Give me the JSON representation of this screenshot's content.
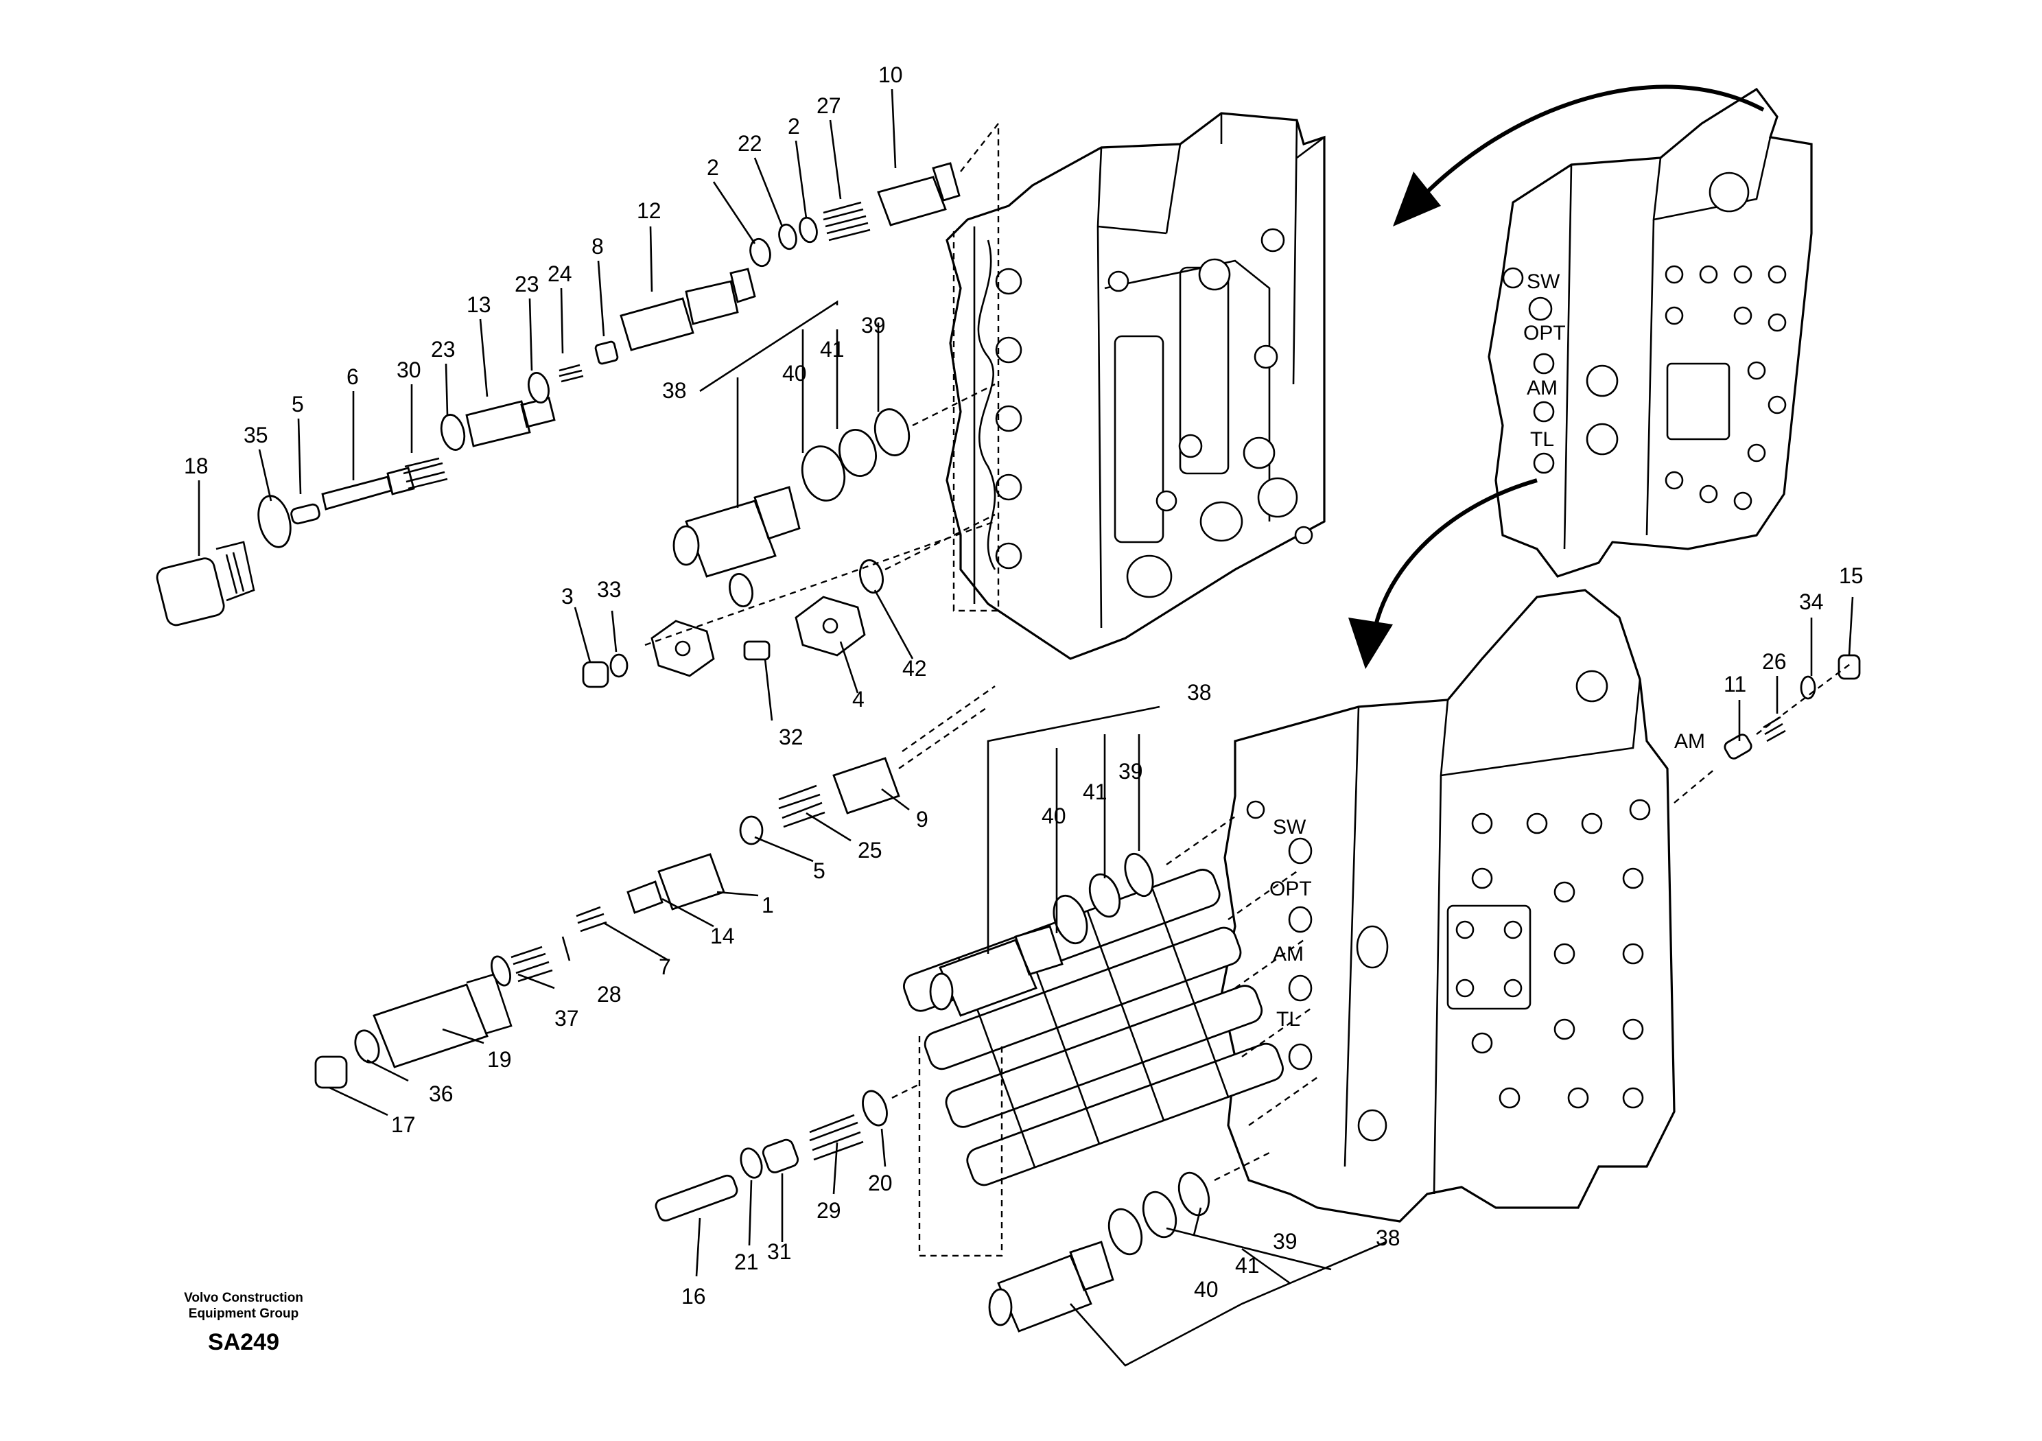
{
  "diagram": {
    "callouts": {
      "c1": "1",
      "c2a": "2",
      "c2b": "2",
      "c3": "3",
      "c4": "4",
      "c5a": "5",
      "c5b": "5",
      "c6": "6",
      "c7": "7",
      "c8": "8",
      "c9": "9",
      "c10": "10",
      "c11": "11",
      "c12": "12",
      "c13": "13",
      "c14": "14",
      "c15": "15",
      "c16": "16",
      "c17": "17",
      "c18": "18",
      "c19": "19",
      "c20": "20",
      "c21": "21",
      "c22": "22",
      "c23a": "23",
      "c23b": "23",
      "c24": "24",
      "c25": "25",
      "c26": "26",
      "c27": "27",
      "c28": "28",
      "c29": "29",
      "c30": "30",
      "c31": "31",
      "c32": "32",
      "c33": "33",
      "c34": "34",
      "c35": "35",
      "c36": "36",
      "c37": "37",
      "c38a": "38",
      "c38b": "38",
      "c38c": "38",
      "c39a": "39",
      "c39b": "39",
      "c39c": "39",
      "c40a": "40",
      "c40b": "40",
      "c40c": "40",
      "c41a": "41",
      "c41b": "41",
      "c41c": "41",
      "c42": "42"
    },
    "ports": {
      "sw_top": "SW",
      "opt_top": "OPT",
      "am_top": "AM",
      "tl_top": "TL",
      "sw_main": "SW",
      "opt_main": "OPT",
      "am_main": "AM",
      "tl_main": "TL",
      "am_side": "AM"
    }
  },
  "footer": {
    "line1": "Volvo Construction",
    "line2": "Equipment Group",
    "code": "SA249"
  }
}
